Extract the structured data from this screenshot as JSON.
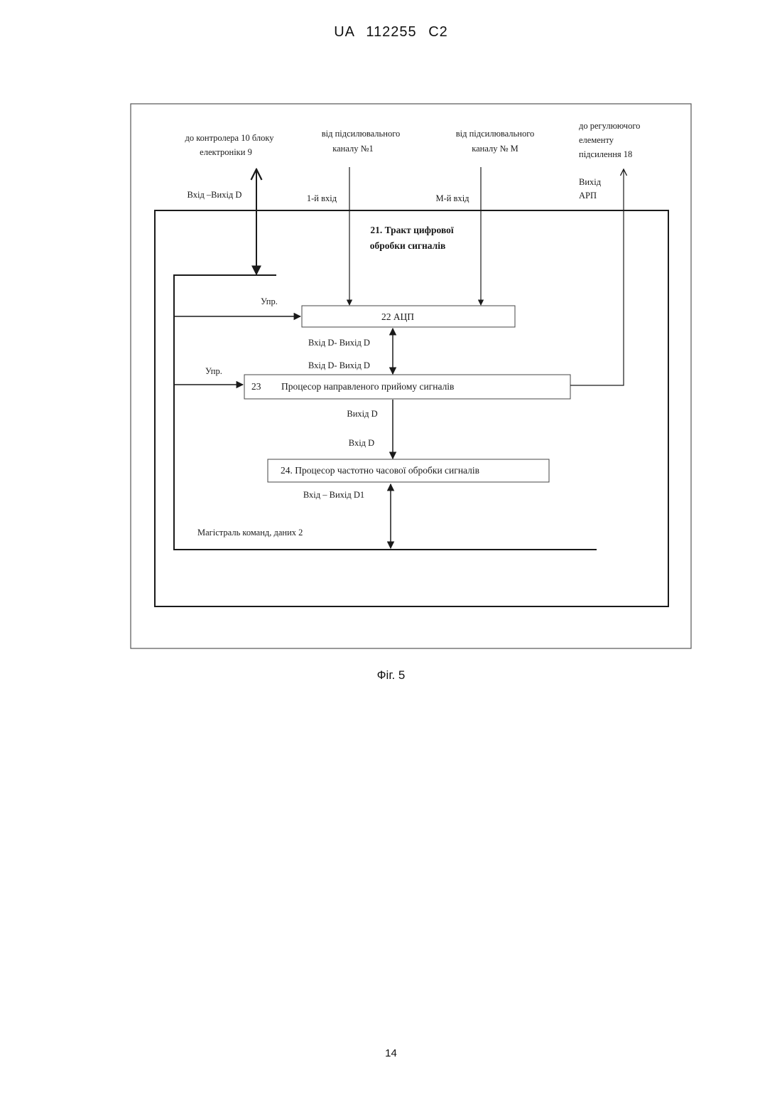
{
  "header": {
    "doc_number": "UA   112255   C2"
  },
  "figure": {
    "caption": "Фіг. 5",
    "labels": {
      "to_controller_1": "до контролера 10 блоку",
      "to_controller_2": "електроніки 9",
      "from_ch1_1": "від підсилювального",
      "from_ch1_2": "каналу №1",
      "from_chM_1": "від підсилювального",
      "from_chM_2": "каналу № М",
      "to_reg_1": "до регулюючого",
      "to_reg_2": "елементу",
      "to_reg_3": "підсилення 18",
      "out_arp_1": "Вихід",
      "out_arp_2": "АРП",
      "in_out_d": "Вхід –Вихід D",
      "input_1": "1-й вхід",
      "input_m": "М-й вхід",
      "path_title_1": "21. Тракт цифрової",
      "path_title_2": "обробки сигналів",
      "ctrl_1": "Упр.",
      "ctrl_2": "Упр.",
      "in_out_d_a": "Вхід D- Вихід D",
      "in_out_d_b": "Вхід D- Вихід D",
      "out_d": "Вихід D",
      "in_d": "Вхід D",
      "in_out_d1": "Вхід – Вихід D1",
      "bus": "Магістраль команд, даних 2"
    },
    "blocks": {
      "adc": "22 АЦП",
      "proc23_num": "23",
      "proc23": "Процесор направленого прийому сигналів",
      "proc24": "24.  Процесор частотно часової обробки сигналів"
    }
  },
  "footer": {
    "page_number": "14"
  }
}
